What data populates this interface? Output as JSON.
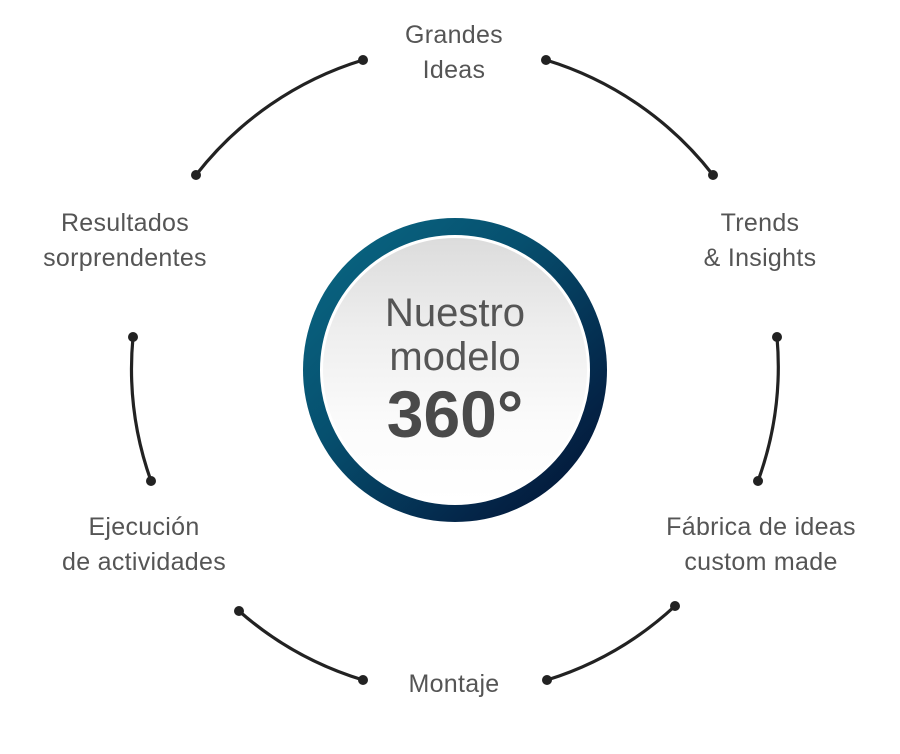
{
  "diagram": {
    "title": "Nuestro modelo 360°",
    "center": {
      "line1": "Nuestro",
      "line2": "modelo",
      "emphasis": "360°"
    },
    "stages": [
      {
        "id": "grandes-ideas",
        "lines": [
          "Grandes",
          "Ideas"
        ]
      },
      {
        "id": "trends-insights",
        "lines": [
          "Trends",
          "& Insights"
        ]
      },
      {
        "id": "fabrica-de-ideas",
        "lines": [
          "Fábrica de ideas",
          "custom made"
        ]
      },
      {
        "id": "montaje",
        "lines": [
          "Montaje"
        ]
      },
      {
        "id": "ejecucion",
        "lines": [
          "Ejecución",
          "de actividades"
        ]
      },
      {
        "id": "resultados",
        "lines": [
          "Resultados",
          "sorprendentes"
        ]
      }
    ],
    "connectors": [
      {
        "from": "grandes-ideas",
        "to": "trends-insights"
      },
      {
        "from": "trends-insights",
        "to": "fabrica-de-ideas"
      },
      {
        "from": "fabrica-de-ideas",
        "to": "montaje"
      },
      {
        "from": "montaje",
        "to": "ejecucion"
      },
      {
        "from": "ejecucion",
        "to": "resultados"
      },
      {
        "from": "resultados",
        "to": "grandes-ideas"
      }
    ],
    "colors": {
      "ring_start": "#0a6a86",
      "ring_end": "#020f2e",
      "text": "#555555",
      "connector": "#222222"
    }
  }
}
